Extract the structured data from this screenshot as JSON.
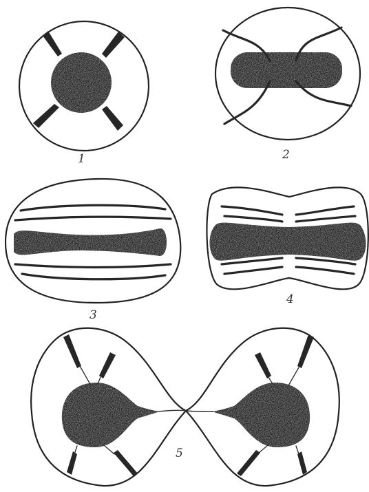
{
  "figures": [
    {
      "label": "1"
    },
    {
      "label": "2"
    },
    {
      "label": "3"
    },
    {
      "label": "4"
    },
    {
      "label": "5"
    }
  ],
  "colors": {
    "ink": "#262626",
    "background": "#ffffff"
  }
}
